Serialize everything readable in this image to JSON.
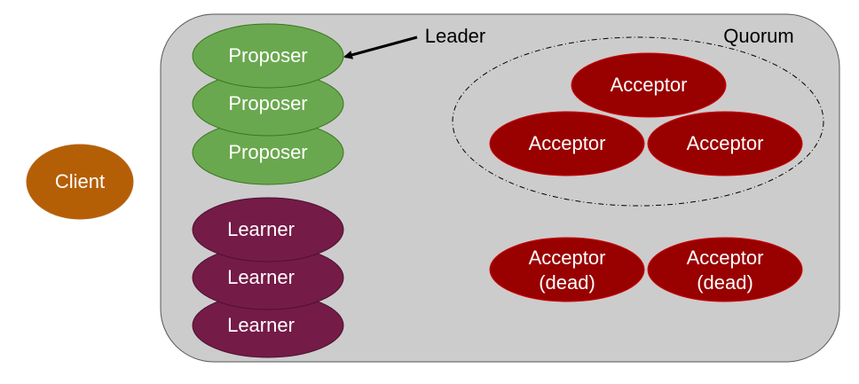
{
  "colors": {
    "container": "#cccccd",
    "proposer": "#6aa84f",
    "learner": "#741b47",
    "acceptor": "#990000",
    "client": "#b45f06"
  },
  "client": {
    "label": "Client"
  },
  "leader_label": "Leader",
  "quorum_label": "Quorum",
  "proposers": [
    {
      "label": "Proposer"
    },
    {
      "label": "Proposer"
    },
    {
      "label": "Proposer"
    }
  ],
  "learners": [
    {
      "label": "Learner"
    },
    {
      "label": "Learner"
    },
    {
      "label": "Learner"
    }
  ],
  "quorum_acceptors": [
    {
      "label": "Acceptor"
    },
    {
      "label": "Acceptor"
    },
    {
      "label": "Acceptor"
    }
  ],
  "dead_acceptors": [
    {
      "line1": "Acceptor",
      "line2": "(dead)"
    },
    {
      "line1": "Acceptor",
      "line2": "(dead)"
    }
  ]
}
